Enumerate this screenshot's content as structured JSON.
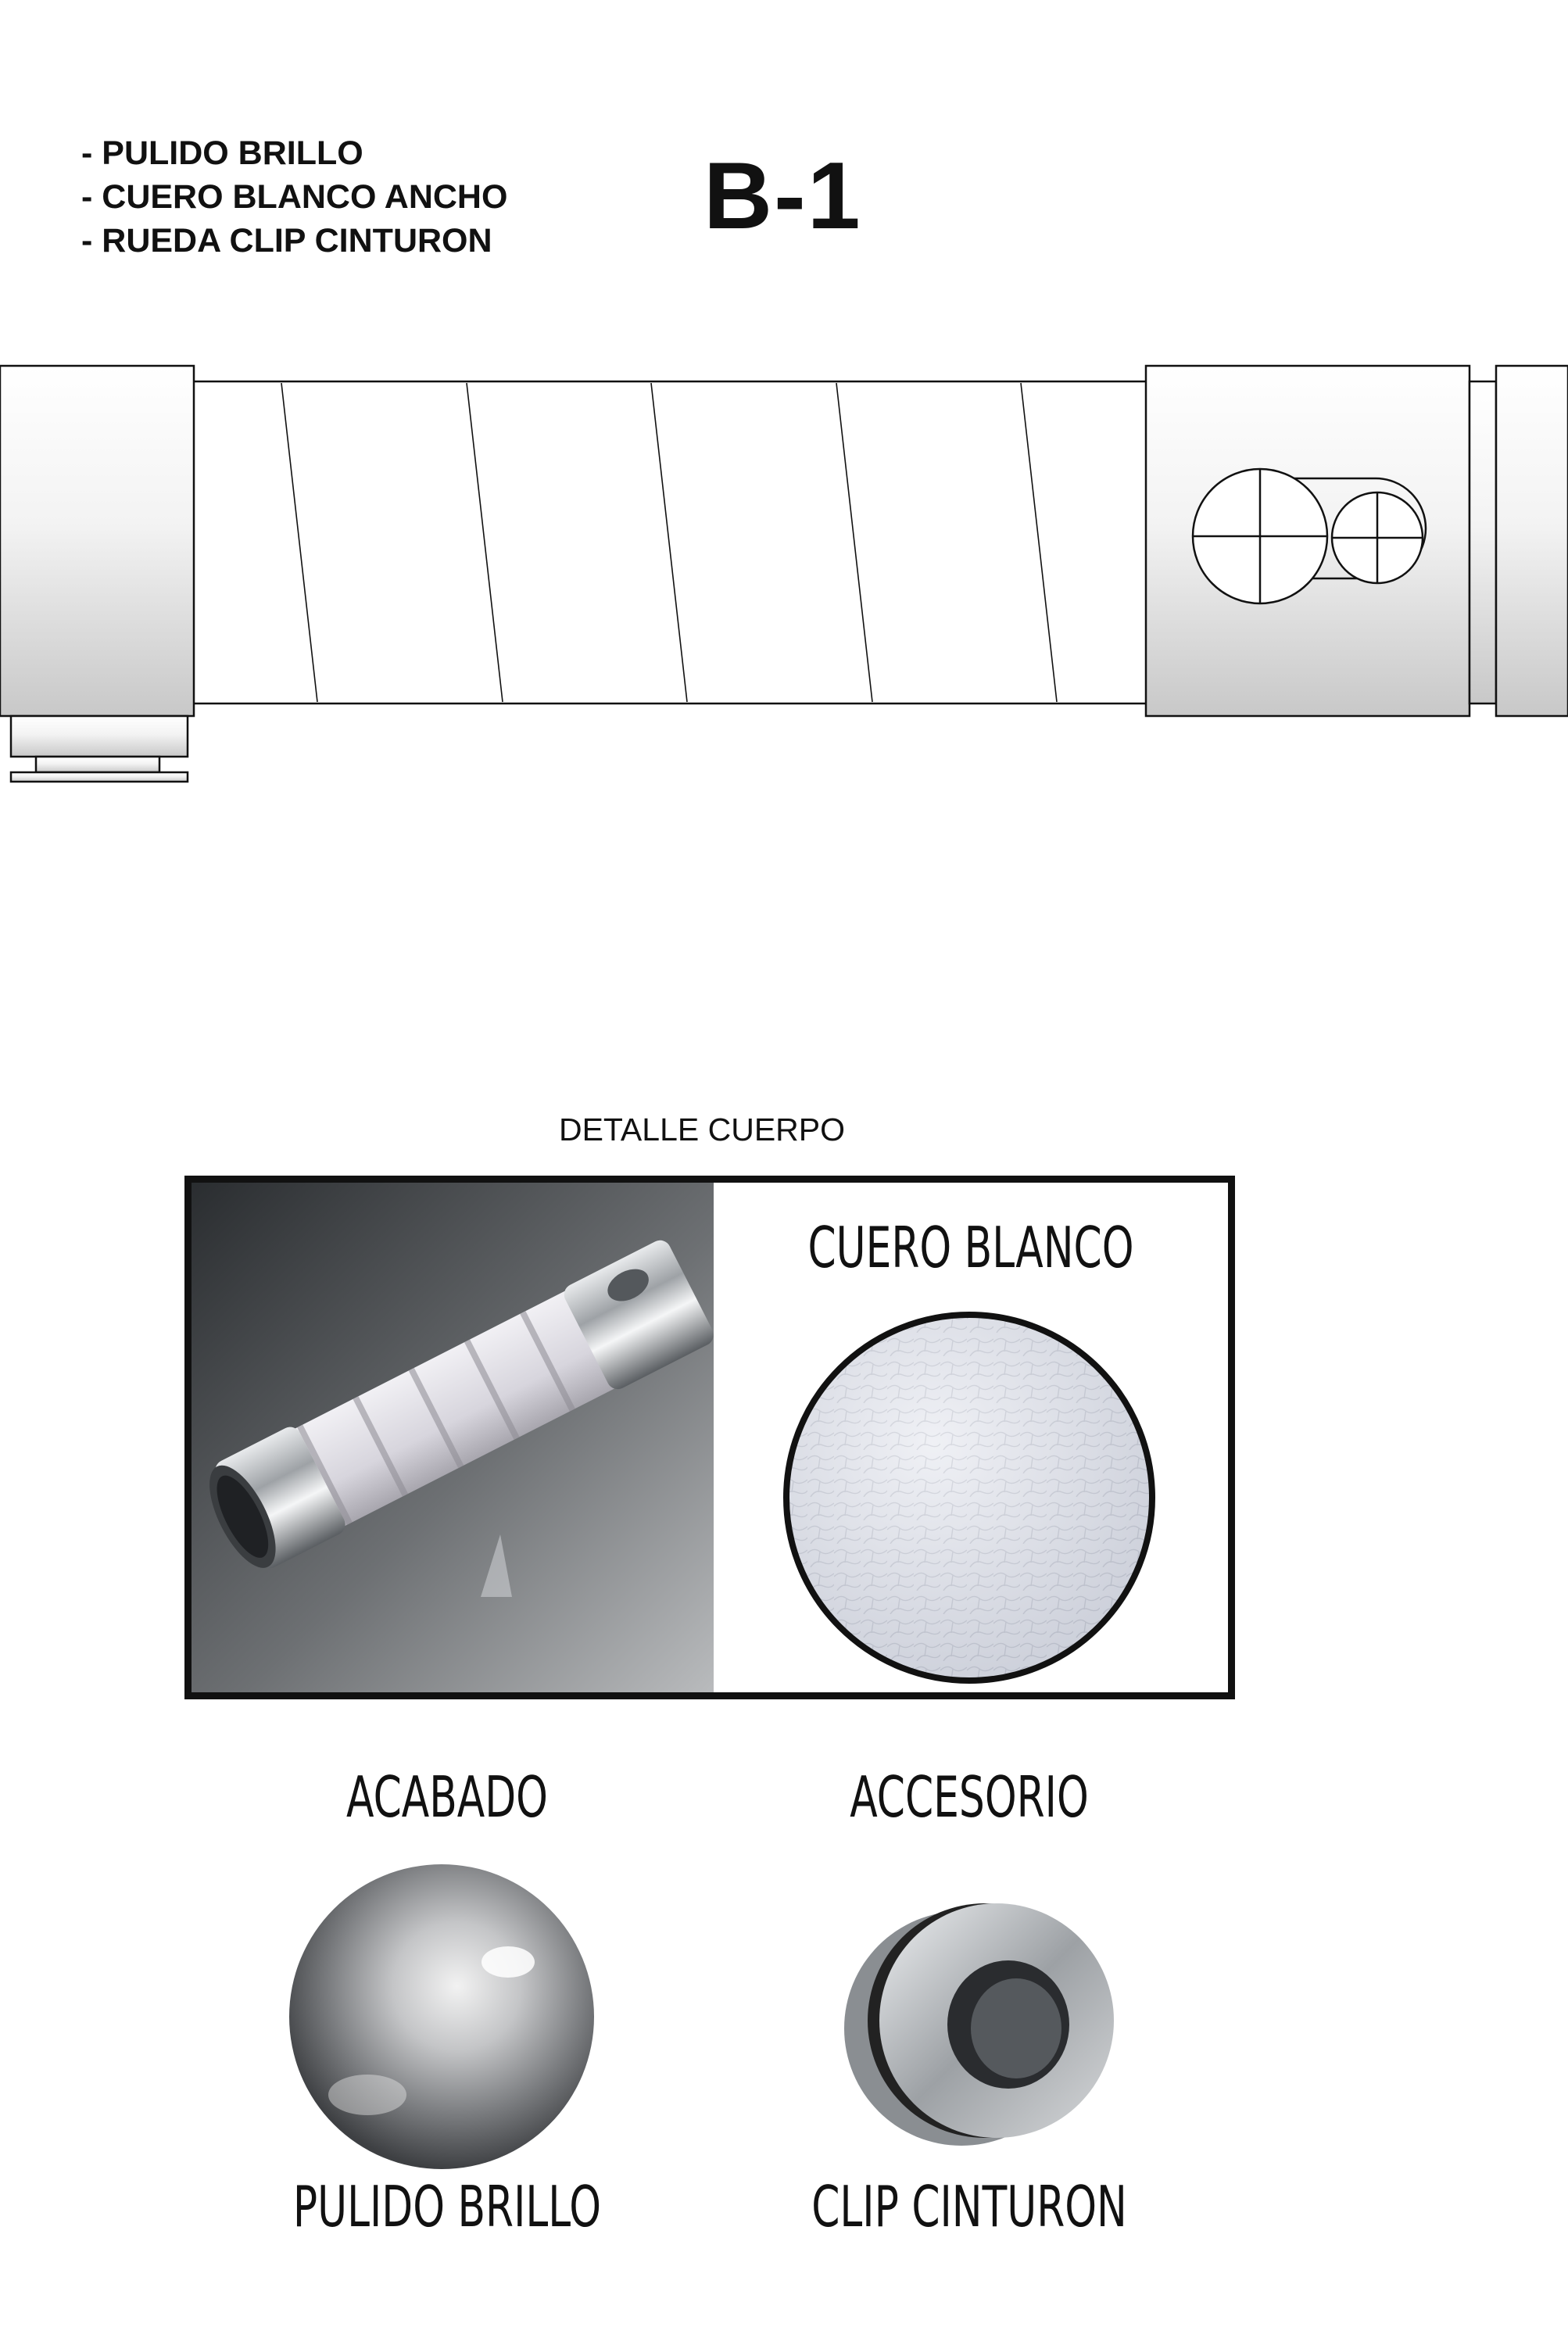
{
  "spec_list": [
    "- PULIDO BRILLO",
    "- CUERO BLANCO ANCHO",
    "- RUEDA CLIP CINTURON"
  ],
  "model_code": "B-1",
  "detail": {
    "label": "DETALLE CUERPO",
    "leather_title": "CUERO BLANCO"
  },
  "finish": {
    "heading": "ACABADO",
    "name": "PULIDO BRILLO"
  },
  "accessory": {
    "heading": "ACCESORIO",
    "name": "CLIP CINTURON"
  },
  "colors": {
    "ink": "#111111",
    "metal_light": "#f4f4f4",
    "metal_dark": "#c9c9c9",
    "leather": "#e6e8ef"
  }
}
